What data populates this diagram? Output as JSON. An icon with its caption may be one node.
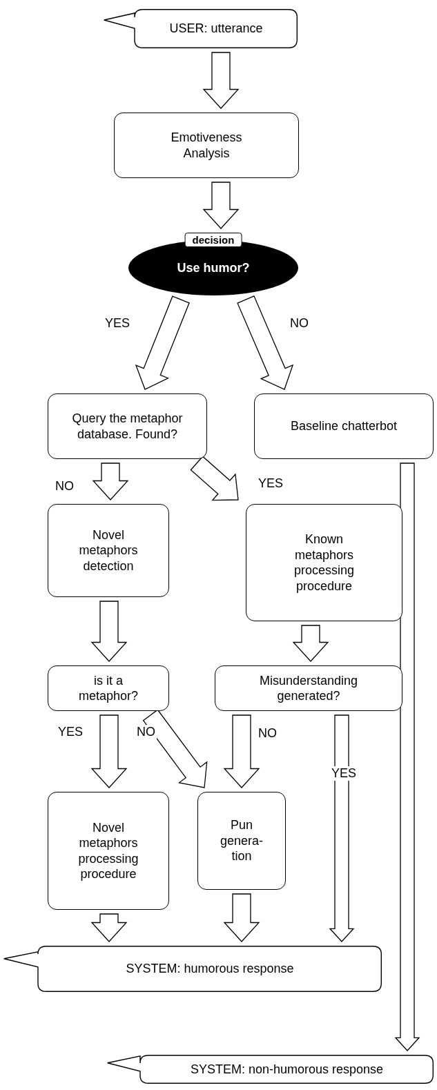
{
  "diagram": {
    "nodes": [
      {
        "text": [
          "USER: utterance"
        ]
      },
      {
        "text": [
          "Emotiveness Analysis"
        ]
      },
      {
        "text": [
          "decision",
          "Use humor?"
        ]
      },
      {
        "text": [
          "Query the metaphor database. Found?"
        ]
      },
      {
        "text": [
          "Baseline chatterbot"
        ]
      },
      {
        "text": [
          "Novel metaphors detection"
        ]
      },
      {
        "text": [
          "Known metaphors processing procedure"
        ]
      },
      {
        "text": [
          "is it a metaphor?"
        ]
      },
      {
        "text": [
          "Misunderstanding generated?"
        ]
      },
      {
        "text": [
          "Novel metaphors processing procedure"
        ]
      },
      {
        "text": [
          "Pun genera- tion"
        ]
      },
      {
        "text": [
          "SYSTEM: humorous response"
        ]
      },
      {
        "text": [
          "SYSTEM: non-humorous response"
        ]
      }
    ],
    "edges": [
      {
        "from": 0,
        "to": 1,
        "arrow": "to"
      },
      {
        "from": 1,
        "to": 2,
        "arrow": "to"
      },
      {
        "from": 2,
        "to": 3,
        "arrow": "to",
        "label": "YES"
      },
      {
        "from": 2,
        "to": 4,
        "arrow": "to",
        "label": "NO"
      },
      {
        "from": 3,
        "to": 5,
        "arrow": "to",
        "label": "NO"
      },
      {
        "from": 3,
        "to": 6,
        "arrow": "to",
        "label": "YES"
      },
      {
        "from": 4,
        "to": 12,
        "arrow": "to"
      },
      {
        "from": 5,
        "to": 7,
        "arrow": "to"
      },
      {
        "from": 6,
        "to": 8,
        "arrow": "to"
      },
      {
        "from": 7,
        "to": 9,
        "arrow": "to",
        "label": "YES"
      },
      {
        "from": 7,
        "to": 10,
        "arrow": "to",
        "label": "NO"
      },
      {
        "from": 8,
        "to": 10,
        "arrow": "to",
        "label": "NO"
      },
      {
        "from": 8,
        "to": 11,
        "arrow": "to",
        "label": "YES"
      },
      {
        "from": 9,
        "to": 11,
        "arrow": "to"
      },
      {
        "from": 10,
        "to": 11,
        "arrow": "to"
      }
    ]
  }
}
